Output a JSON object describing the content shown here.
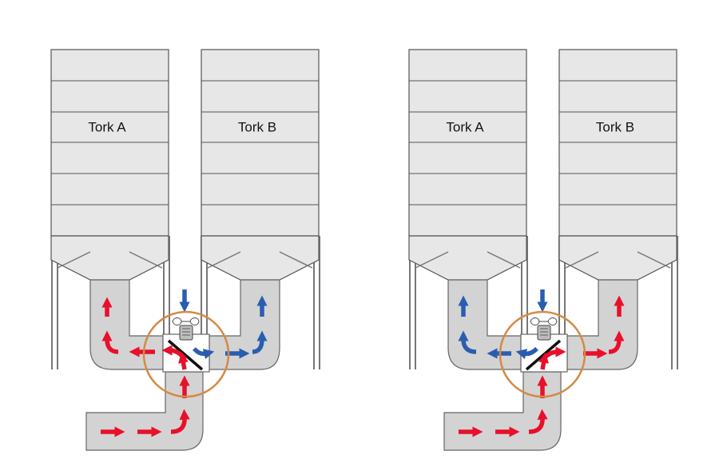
{
  "panels": [
    {
      "id": "left",
      "silos": [
        {
          "label": "Tork A",
          "airflow": "warm-red"
        },
        {
          "label": "Tork B",
          "airflow": "cool-blue"
        }
      ],
      "damper": "bypass-to-B"
    },
    {
      "id": "right",
      "silos": [
        {
          "label": "Tork A",
          "airflow": "cool-blue"
        },
        {
          "label": "Tork B",
          "airflow": "warm-red"
        }
      ],
      "damper": "bypass-to-A"
    }
  ],
  "colors": {
    "warm_air": "#e8102a",
    "cool_air": "#2a5db0",
    "silo_fill": "#e7e7e7",
    "duct_fill": "#d3d3d3",
    "outline": "#555555",
    "highlight_ring": "#d48a45",
    "damper_blade": "#111111"
  },
  "icons": [
    "fan-icon",
    "motor-icon",
    "damper-blade"
  ]
}
